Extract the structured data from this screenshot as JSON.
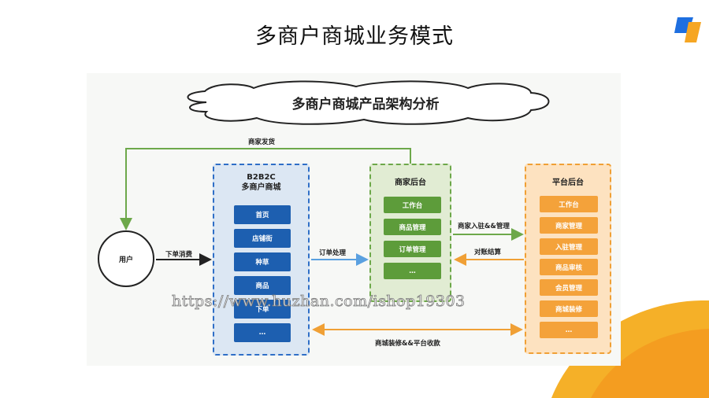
{
  "slide": {
    "title": "多商户商城业务模式"
  },
  "diagram": {
    "heading": "多商户商城产品架构分析",
    "user": {
      "label": "用户"
    },
    "b2b2c": {
      "title_line1": "B2B2C",
      "title_line2": "多商户商城",
      "items": [
        "首页",
        "店铺街",
        "种草",
        "商品",
        "下单",
        "…"
      ]
    },
    "merchant": {
      "title": "商家后台",
      "items": [
        "工作台",
        "商品管理",
        "订单管理",
        "…"
      ]
    },
    "platform": {
      "title": "平台后台",
      "items": [
        "工作台",
        "商家管理",
        "入驻管理",
        "商品审核",
        "会员管理",
        "商城装修",
        "…"
      ]
    },
    "edges": {
      "ship": "商家发货",
      "order_consume": "下单消费",
      "order_process": "订单处理",
      "entry_manage": "商家入驻&&管理",
      "settlement": "对账结算",
      "decor_payment": "商城装修&&平台收款"
    }
  },
  "watermark": "https://www.huzhan.com/ishop19303",
  "colors": {
    "blue": "#1d5fb0",
    "green": "#5d9c3a",
    "orange": "#f4a23a",
    "logo_blue": "#1e6fe0",
    "logo_orange": "#f6a623"
  }
}
